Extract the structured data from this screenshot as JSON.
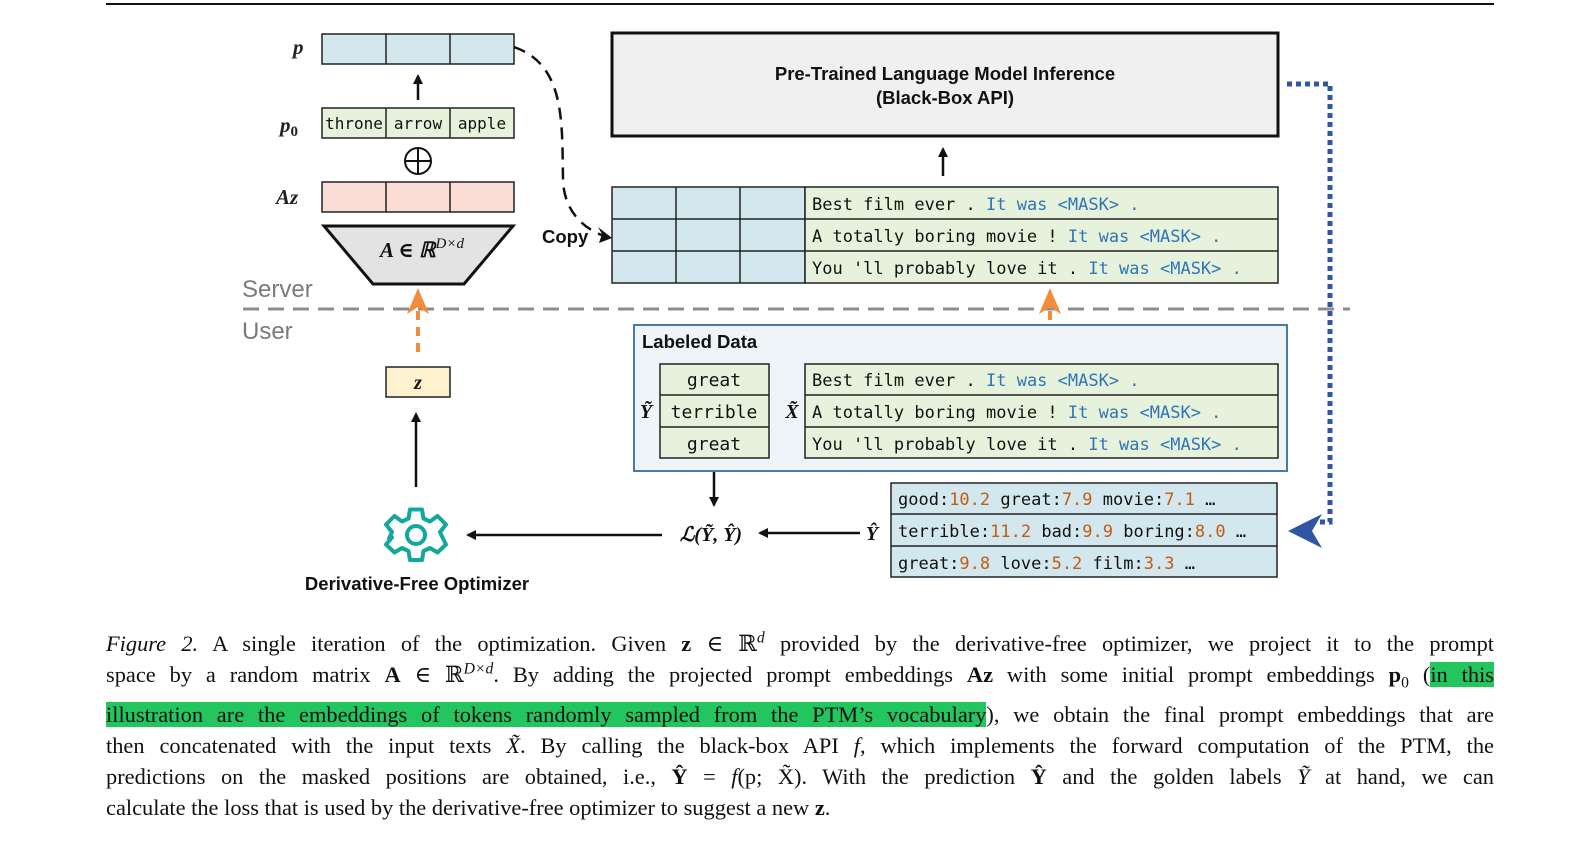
{
  "figure": {
    "labels": {
      "p": "p",
      "p0_base": "p",
      "p0_sub": "0",
      "az": "Az",
      "matrix_a": "A ∈ ℝ",
      "matrix_a_sup": "D×d",
      "z": "z",
      "server": "Server",
      "user": "User",
      "copy": "Copy",
      "optimizer": "Derivative-Free Optimizer",
      "loss": "ℒ(Ỹ, Ŷ)",
      "y_hat": "Ŷ",
      "y_tilde": "Ỹ",
      "x_tilde": "X̃"
    },
    "prompt_tokens": [
      "throne",
      "arrow",
      "apple"
    ],
    "ptm_box": {
      "line1": "Pre-Trained Language Model Inference",
      "line2": "(Black-Box API)"
    },
    "server_inputs": [
      {
        "text": "Best film ever . ",
        "mask": "It was <MASK> ."
      },
      {
        "text": "A totally boring movie ! ",
        "mask": "It was <MASK> ."
      },
      {
        "text": "You 'll probably love it . ",
        "mask": "It was <MASK> ."
      }
    ],
    "labeled_data": {
      "title": "Labeled Data",
      "labels": [
        "great",
        "terrible",
        "great"
      ],
      "inputs": [
        {
          "text": "Best film ever . ",
          "mask": "It was <MASK> ."
        },
        {
          "text": "A totally boring movie ! ",
          "mask": "It was <MASK> ."
        },
        {
          "text": "You 'll probably love it . ",
          "mask": "It was <MASK> ."
        }
      ]
    },
    "predictions": [
      [
        {
          "w": "good:",
          "v": "10.2"
        },
        {
          "w": "great:",
          "v": "7.9"
        },
        {
          "w": "movie:",
          "v": "7.1"
        }
      ],
      [
        {
          "w": "terrible:",
          "v": "11.2"
        },
        {
          "w": "bad:",
          "v": "9.9"
        },
        {
          "w": "boring:",
          "v": "8.0"
        }
      ],
      [
        {
          "w": "great:",
          "v": "9.8"
        },
        {
          "w": "love:",
          "v": "5.2"
        },
        {
          "w": "film:",
          "v": "3.3"
        }
      ]
    ],
    "ellipsis": "…",
    "colors": {
      "cell_blue": "#d3e8ee",
      "cell_green": "#e6f2dc",
      "cell_pink": "#f9dcd4",
      "cell_yellow": "#fdf2cd",
      "mask_blue": "#2e75b6",
      "value_orange": "#c55a11",
      "arrow_orange": "#f08c3c",
      "dotted_blue": "#2f55a4",
      "gear_teal": "#13a89e",
      "labeled_border": "#4a7aa6",
      "highlight": "#22c55e"
    }
  },
  "caption": {
    "fig_label": "Figure 2.",
    "l1_a": " A single iteration of the optimization.  Given ",
    "l1_z": "z",
    "l1_in": " ∈ ℝ",
    "l1_sup": "d",
    "l1_b": " provided by the derivative-free optimizer, we project it to the prompt",
    "l2_a": "space by a random matrix ",
    "l2_A": "A",
    "l2_in": " ∈ ℝ",
    "l2_sup": "D×d",
    "l2_b": ". By adding the projected prompt embeddings ",
    "l2_Az": "Az",
    "l2_c": " with some initial prompt embeddings ",
    "l2_p0": "p",
    "l2_p0sub": "0",
    "l2_d": " (",
    "l2_hl": "in this",
    "l3_hl": "illustration are the embeddings of tokens randomly sampled from the PTM’s vocabulary",
    "l3_b": "), we obtain the final prompt embeddings that are",
    "l4_a": "then concatenated with the input texts ",
    "l4_X": "X̃",
    "l4_b": ". By calling the black-box API ",
    "l4_f": "f",
    "l4_c": ", which implements the forward computation of the PTM, the",
    "l5_a": "predictions on the masked positions are obtained, i.e., ",
    "l5_Y": "Ŷ",
    "l5_eq": " = ",
    "l5_f": "f",
    "l5_args": "(p; X̃)",
    "l5_b": ". With the prediction ",
    "l5_Y2": "Ŷ",
    "l5_c": " and the golden labels ",
    "l5_Yt": "Ỹ",
    "l5_d": " at hand, we can",
    "l6_a": "calculate the loss that is used by the derivative-free optimizer to suggest a new ",
    "l6_z": "z",
    "l6_b": "."
  }
}
